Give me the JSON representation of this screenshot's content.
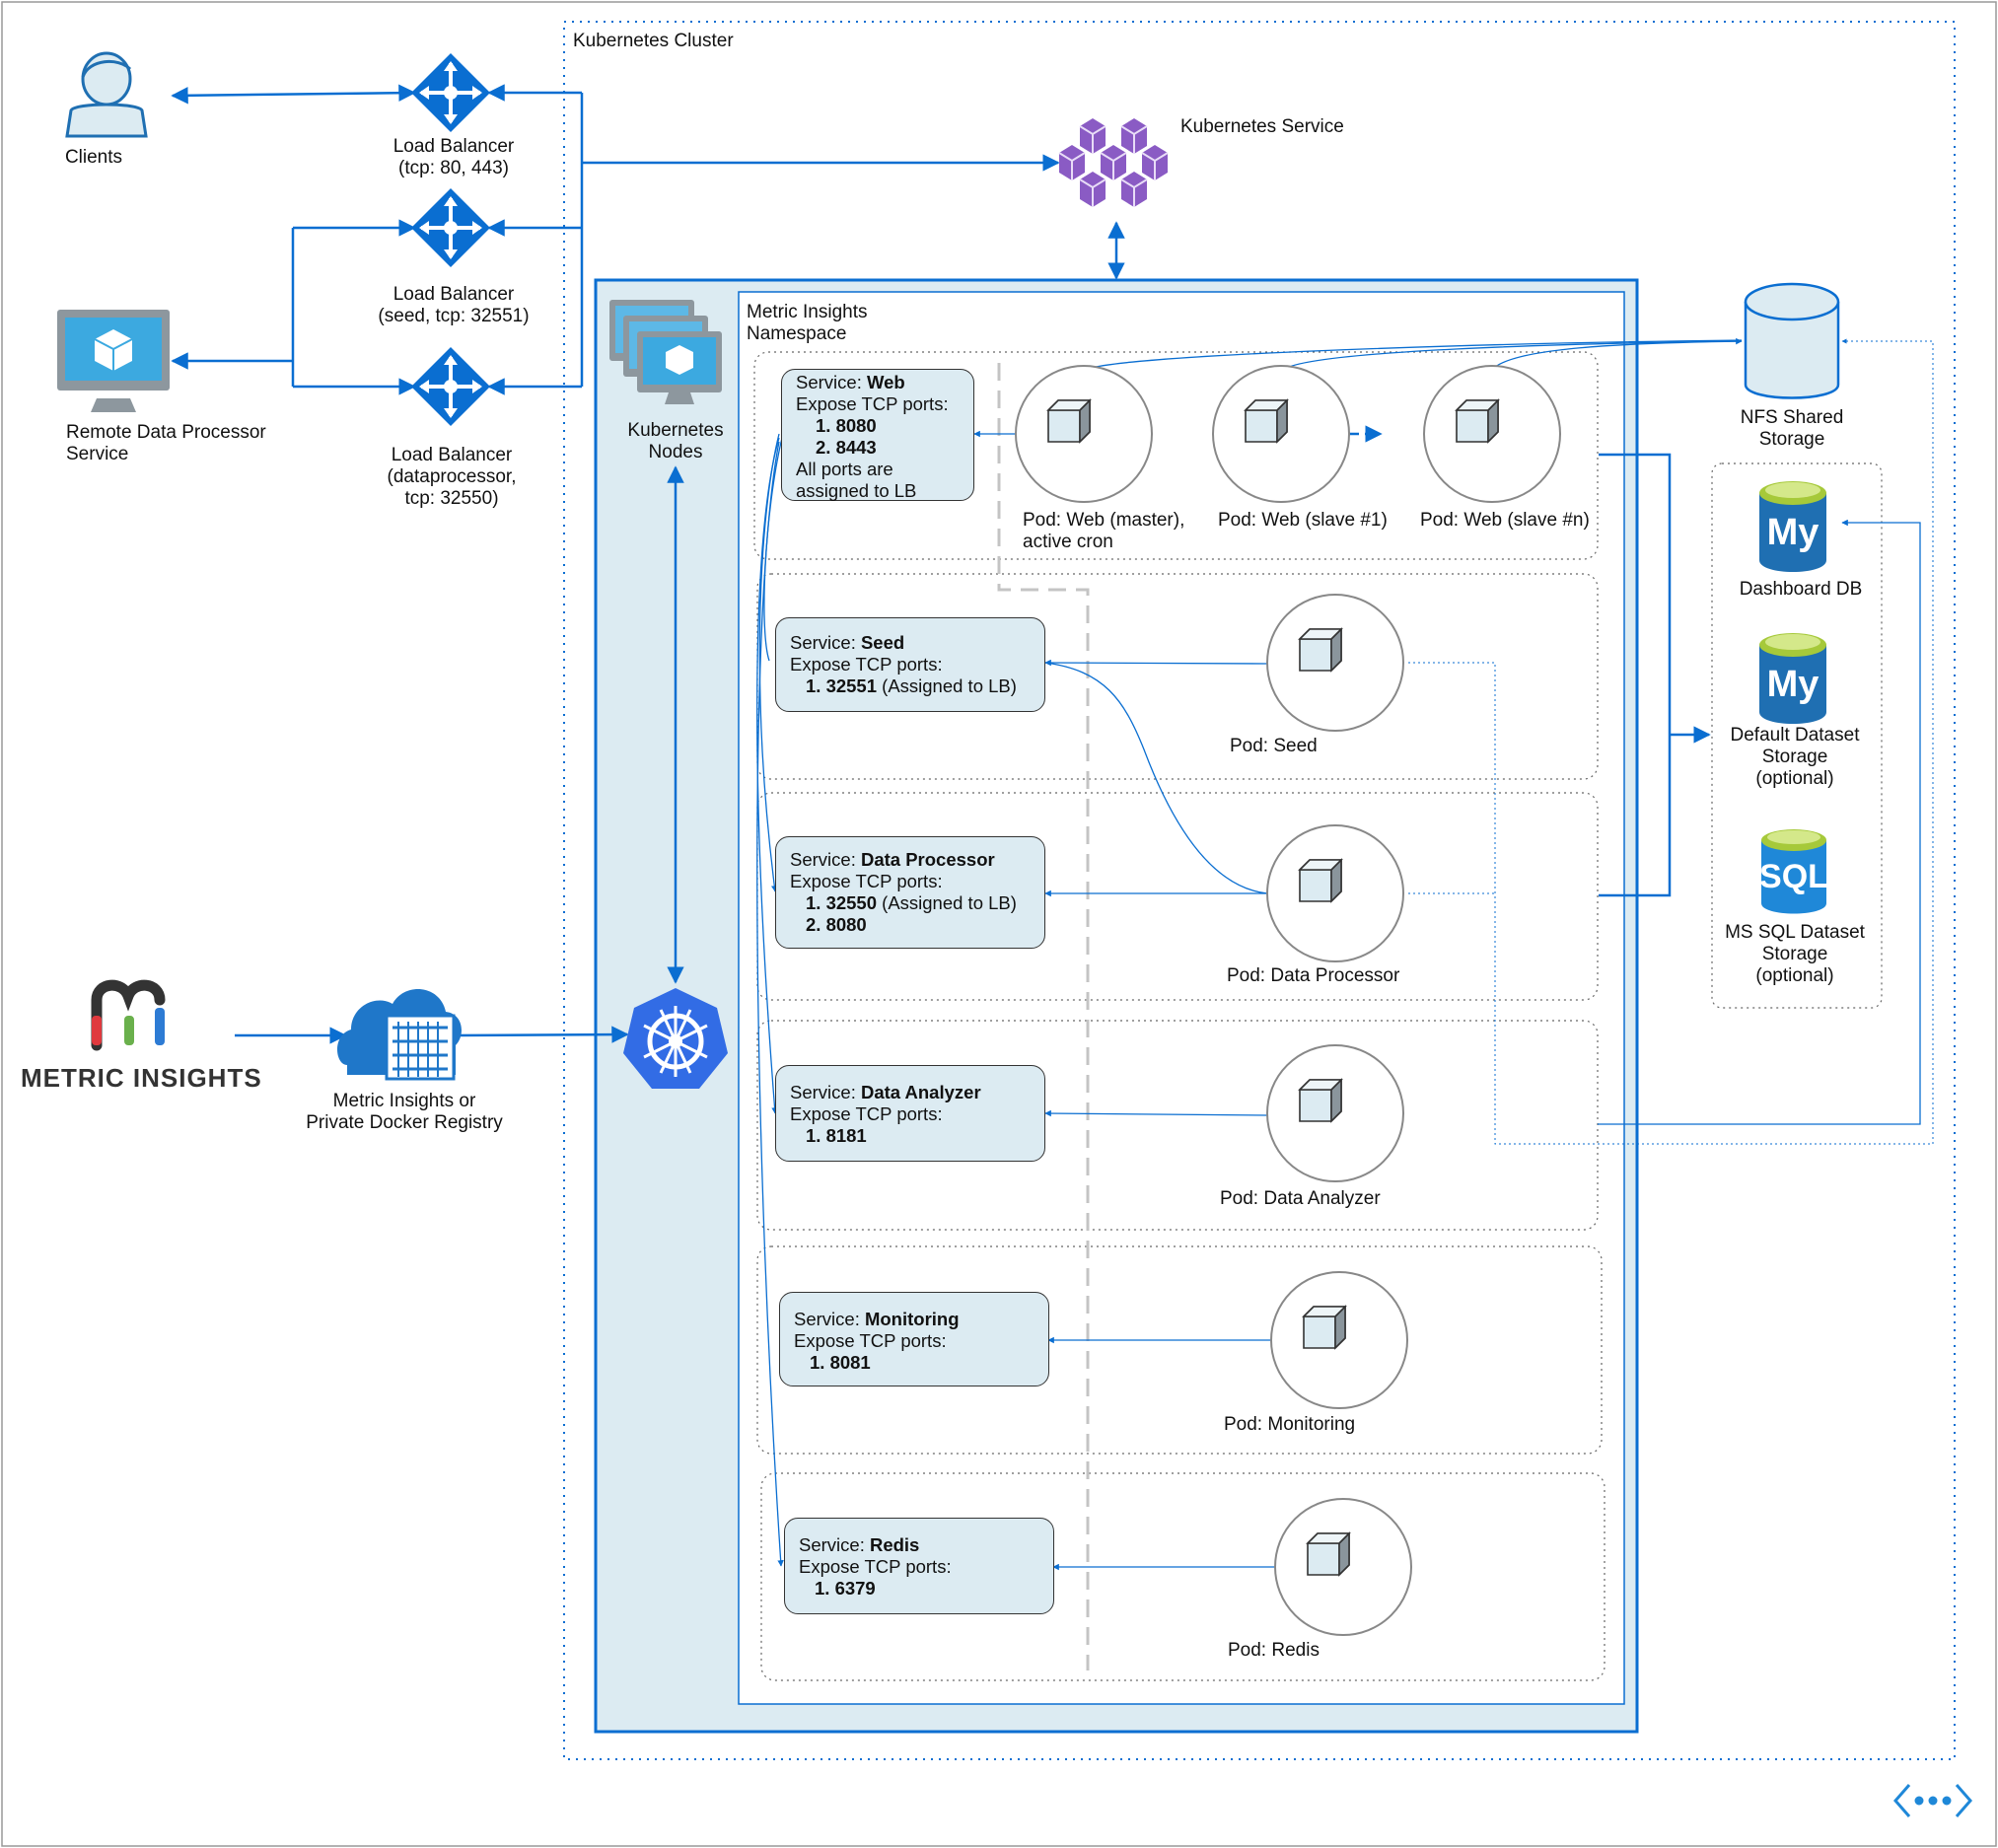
{
  "cluster": {
    "title": "Kubernetes Cluster"
  },
  "clients": {
    "label": "Clients"
  },
  "load_balancers": [
    {
      "line1": "Load Balancer",
      "line2": "(tcp: 80, 443)"
    },
    {
      "line1": "Load Balancer",
      "line2": "(seed, tcp: 32551)"
    },
    {
      "line1": "Load Balancer",
      "line2": "(dataprocessor,",
      "line3": "tcp: 32550)"
    }
  ],
  "remote_dp": {
    "line1": "Remote Data Processor",
    "line2": "Service"
  },
  "k8s_service": {
    "label": "Kubernetes Service"
  },
  "k8s_nodes": {
    "line1": "Kubernetes",
    "line2": "Nodes"
  },
  "namespace": {
    "line1": "Metric Insights",
    "line2": "Namespace"
  },
  "registry": {
    "line1": "Metric Insights or",
    "line2": "Private Docker Registry"
  },
  "logo": {
    "text": "METRIC INSIGHTS"
  },
  "services": [
    {
      "prefix": "Service: ",
      "name": "Web",
      "expose": "Expose TCP ports:",
      "ports": [
        "1. 8080",
        "2. 8443"
      ],
      "note1": "All ports are",
      "note2": "assigned to LB"
    },
    {
      "prefix": "Service: ",
      "name": "Seed",
      "expose": "Expose TCP ports:",
      "port1": "1. 32551",
      "port1_note": " (Assigned to LB)"
    },
    {
      "prefix": "Service: ",
      "name": "Data Processor",
      "expose": "Expose TCP ports:",
      "port1": "1. 32550",
      "port1_note": " (Assigned to LB)",
      "port2": "2. 8080"
    },
    {
      "prefix": "Service: ",
      "name": "Data Analyzer",
      "expose": "Expose TCP ports:",
      "port1": "1. 8181"
    },
    {
      "prefix": "Service: ",
      "name": "Monitoring",
      "expose": "Expose TCP ports:",
      "port1": "1. 8081"
    },
    {
      "prefix": "Service: ",
      "name": "Redis",
      "expose": "Expose TCP ports:",
      "port1": "1. 6379"
    }
  ],
  "pods": {
    "web_master": {
      "line1": "Pod: Web (master),",
      "line2": "active cron"
    },
    "web_slave1": "Pod: Web (slave #1)",
    "web_slaven": "Pod: Web (slave #n)",
    "seed": "Pod: Seed",
    "data_processor": "Pod: Data Processor",
    "data_analyzer": "Pod: Data Analyzer",
    "monitoring": "Pod: Monitoring",
    "redis": "Pod: Redis"
  },
  "storage": {
    "nfs": {
      "line1": "NFS Shared",
      "line2": "Storage"
    },
    "dashboard_db": "Dashboard DB",
    "default_dataset": {
      "line1": "Default Dataset",
      "line2": "Storage",
      "line3": "(optional)"
    },
    "mssql": {
      "line1": "MS SQL Dataset",
      "line2": "Storage",
      "line3": "(optional)"
    },
    "my_badge": "My",
    "sql_badge": "SQL"
  },
  "colors": {
    "accent": "#0a6ed1",
    "panel": "#dcebf2",
    "purple": "#8a5bc4",
    "db_blue": "#1f6fb2",
    "db_green": "#a6c93a"
  }
}
